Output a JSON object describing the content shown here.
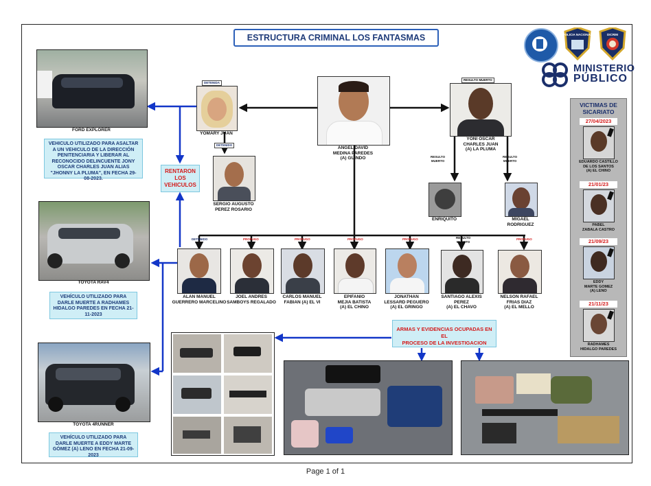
{
  "title": "ESTRUCTURA CRIMINAL LOS FANTASMAS",
  "footer": "Page 1 of 1",
  "brand": {
    "line1": "MINISTERIO",
    "line2": "PÚBLICO",
    "badge_text": "POLICIA NACIONAL",
    "badge2_text": "DICRIM"
  },
  "colors": {
    "arrow": "#1236c8",
    "note_bg": "#cfeef6",
    "title_text": "#1f3c7a",
    "status_red": "#d41a1a"
  },
  "vehicles": [
    {
      "caption": "FORD EXPLORER",
      "note": "VEHICULO UTILIZADO PARA ASALTAR A UN VEHICULO DE LA DIRECCIÓN PENITENCIARIA Y LIBERAR AL RECONOCIDO DELINCUENTE JONY OSCAR CHARLES JUAN ALIAS \"JHONNY LA PLUMA\", EN FECHA 29-08-2023."
    },
    {
      "caption": "TOYOTA RAV4",
      "note": "VEHÍCULO UTILIZADO PARA DARLE MUERTE A RADHAMES HIDALGO PAREDES EN FECHA 21-11-2023"
    },
    {
      "caption": "TOYOTA 4RUNNER",
      "note": "VEHÍCULO UTILIZADO PARA DARLE MUERTE A EDDY MARTE GÓMEZ (A) LENO EN FECHA 21-09-2023"
    }
  ],
  "rentaron": "RENTARON\nLOS\nVEHICULOS",
  "leader": {
    "name": "ANGEL DAVID\nMEDINA PAREDES\n(A) GUINDO"
  },
  "yomary": {
    "status": "DETENIDA",
    "name": "YOMARY JUAN"
  },
  "sergio": {
    "status": "DETENIDO",
    "name": "SERGIO AUGUSTO\nPEREZ ROSARIO"
  },
  "yoni": {
    "status": "RESULTO MUERTO",
    "name": "YONI OSCAR\nCHARLES JUAN\n(A) LA PLUMA"
  },
  "enriquito": {
    "status": "RESULTO\nMUERTO",
    "name": "ENRIQUITO"
  },
  "migael": {
    "status": "RESULTO\nMUERTO",
    "name": "MIGAEL\nRODRIGUEZ"
  },
  "members": [
    {
      "status": "DETENIDO",
      "name": "ALAN MANUEL\nGUERRERO MARCELINO"
    },
    {
      "status": "PROFUGO",
      "name": "JOEL ANDRES\nSAMBOYS REGALADO"
    },
    {
      "status": "PROFUGO",
      "name": "CARLOS MANUEL\nFABIAN (A) EL VI"
    },
    {
      "status": "PROFUGO",
      "name": "EPIFANIO\nMEJIA BATISTA\n(A) EL CHINO"
    },
    {
      "status": "PROFUGO",
      "name": "JONATHAN\nLESSARD PEGUERO\n(A) EL GRINGO"
    },
    {
      "status": "RESULTO\nMUERTO",
      "name": "SANTIAGO ALEXIS\nPEREZ\n(A) EL CHAVO"
    },
    {
      "status": "PROFUGO",
      "name": "NELSON RAFAEL\nFRIAS DIAZ\n(A) EL MELLO"
    }
  ],
  "evidence_note": "ARMAS Y EVIDENCIAS OCUPADAS EN EL\nPROCESO DE LA INVESTIGACION",
  "victims": {
    "heading": "VICTIMAS DE\nSICARIATO",
    "items": [
      {
        "date": "27/04/2023",
        "name": "EDUARDO CASTILLO\nDE LOS SANTOS\n(A) EL CHINO"
      },
      {
        "date": "21/01/23",
        "name": "PABEL\nZABALA CASTRO"
      },
      {
        "date": "21/09/23",
        "name": "EDDY\nMARTE GOMEZ\n(A) LENO"
      },
      {
        "date": "21/11/23",
        "name": "RADHAMES\nHIDALGO PAREDES"
      }
    ]
  }
}
